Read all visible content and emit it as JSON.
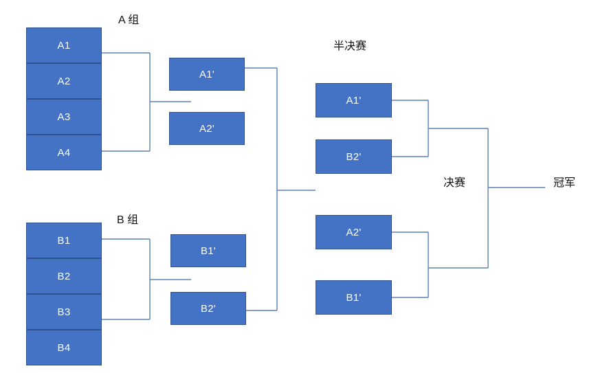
{
  "diagram": {
    "title_labels": {
      "group_a": "A 组",
      "group_b": "B 组",
      "semifinal": "半决赛",
      "final": "决赛",
      "champion": "冠军"
    },
    "colors": {
      "box_fill": "#4472C4",
      "box_border": "#2F528F",
      "line": "#5B80B2",
      "text_on_box": "#FFFFFF",
      "caption_text": "#111111",
      "background": "#FFFFFF"
    },
    "rounds": [
      {
        "name": "group-stage",
        "label": "A 组",
        "teams": [
          "A1",
          "A2",
          "A3",
          "A4"
        ]
      },
      {
        "name": "group-stage-b",
        "label": "B 组",
        "teams": [
          "B1",
          "B2",
          "B3",
          "B4"
        ]
      },
      {
        "name": "quarterfinal-a",
        "teams": [
          "A1'",
          "A2'"
        ]
      },
      {
        "name": "quarterfinal-b",
        "teams": [
          "B1'",
          "B2'"
        ]
      },
      {
        "name": "semifinal",
        "label": "半决赛",
        "matches": [
          {
            "top": "A1'",
            "bottom": "B2'"
          },
          {
            "top": "A2'",
            "bottom": "B1'"
          }
        ]
      },
      {
        "name": "final",
        "label": "决赛",
        "winner_label": "冠军"
      }
    ],
    "group_a": {
      "slot1": "A1",
      "slot2": "A2",
      "slot3": "A3",
      "slot4": "A4"
    },
    "group_b": {
      "slot1": "B1",
      "slot2": "B2",
      "slot3": "B3",
      "slot4": "B4"
    },
    "quarter_a": {
      "top": "A1'",
      "bottom": "A2'"
    },
    "quarter_b": {
      "top": "B1'",
      "bottom": "B2'"
    },
    "semi_top": {
      "top": "A1'",
      "bottom": "B2'"
    },
    "semi_bottom": {
      "top": "A2'",
      "bottom": "B1'"
    }
  }
}
